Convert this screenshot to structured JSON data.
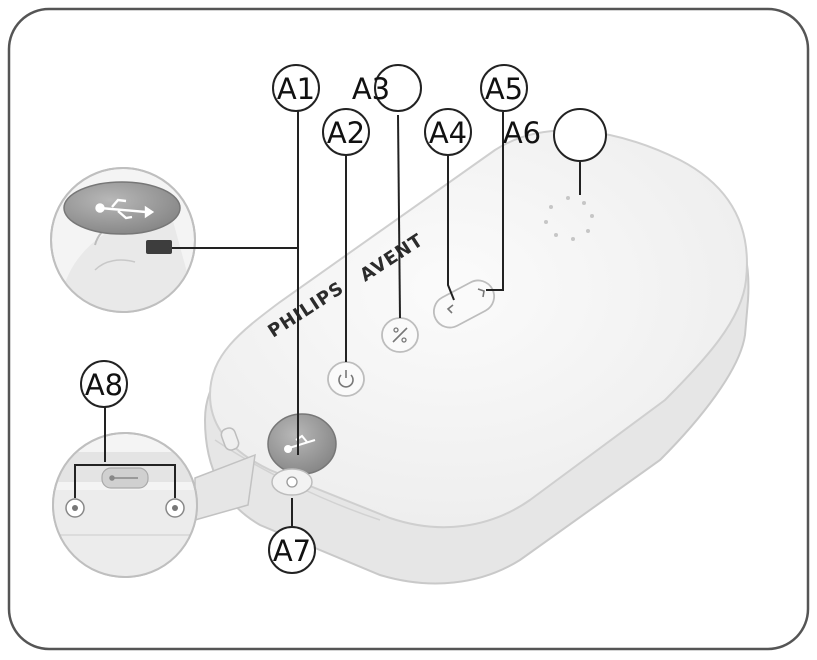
{
  "diagram": {
    "device_brand": "PHILIPS",
    "device_model": "AVENT",
    "callouts": {
      "a1": "A1",
      "a2": "A2",
      "a3": "A3",
      "a4": "A4",
      "a5": "A5",
      "a6": "A6",
      "a7": "A7",
      "a8": "A8"
    },
    "icons": [
      "usb-icon",
      "power-icon",
      "mode-icon",
      "minus-icon",
      "plus-icon",
      "led-ring-icon",
      "charging-port-icon",
      "screw-icon"
    ],
    "colors": {
      "frame_border": "#555555",
      "line": "#222222",
      "device_fill": "#f1f1f1",
      "device_stroke": "#cfcfcf",
      "usb_cover": "#9a9a9a"
    }
  }
}
